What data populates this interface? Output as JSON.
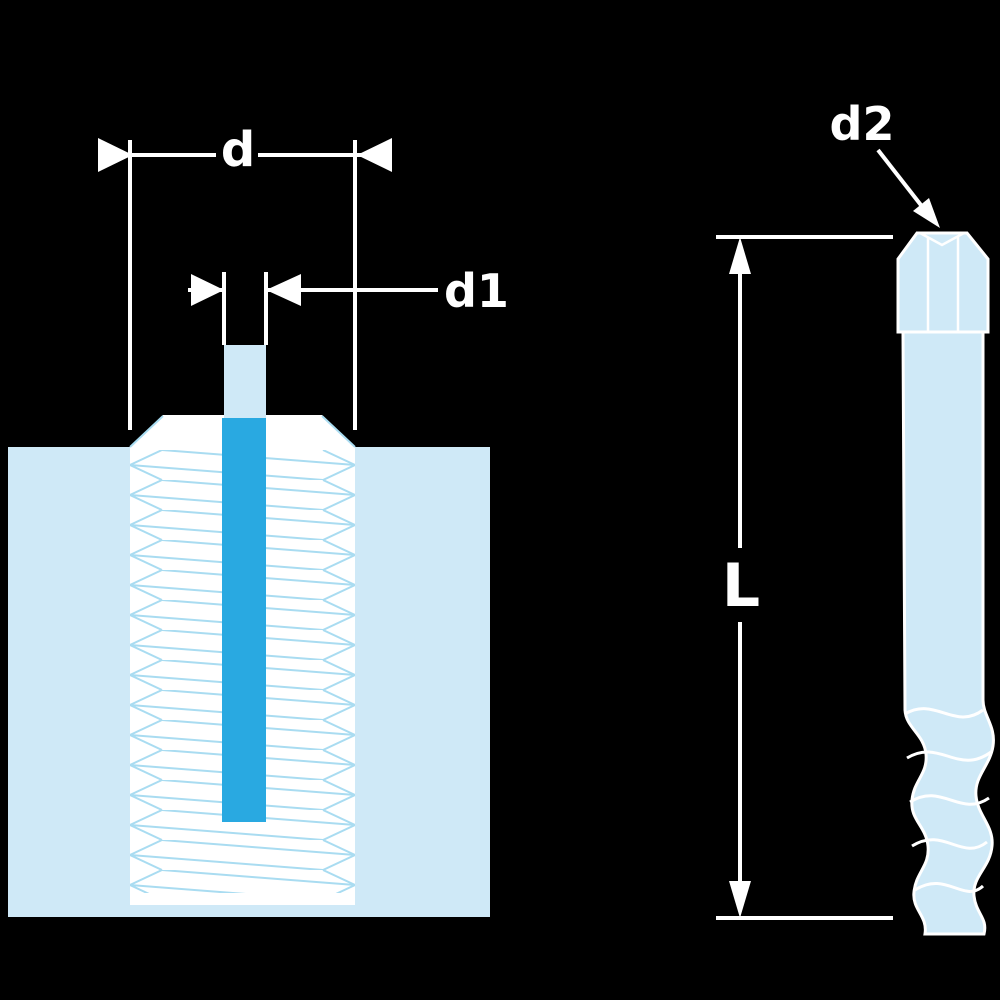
{
  "diagram": {
    "labels": {
      "d": "d",
      "d1": "d1",
      "d2": "d2",
      "L": "L"
    },
    "colors": {
      "background": "#000000",
      "block_fill": "#cfe9f7",
      "tool_fill": "#cfe9f7",
      "extractor_fill": "#29a9e1",
      "thread_line": "#a9dcf1",
      "dimension_line": "#ffffff",
      "text": "#ffffff"
    }
  }
}
